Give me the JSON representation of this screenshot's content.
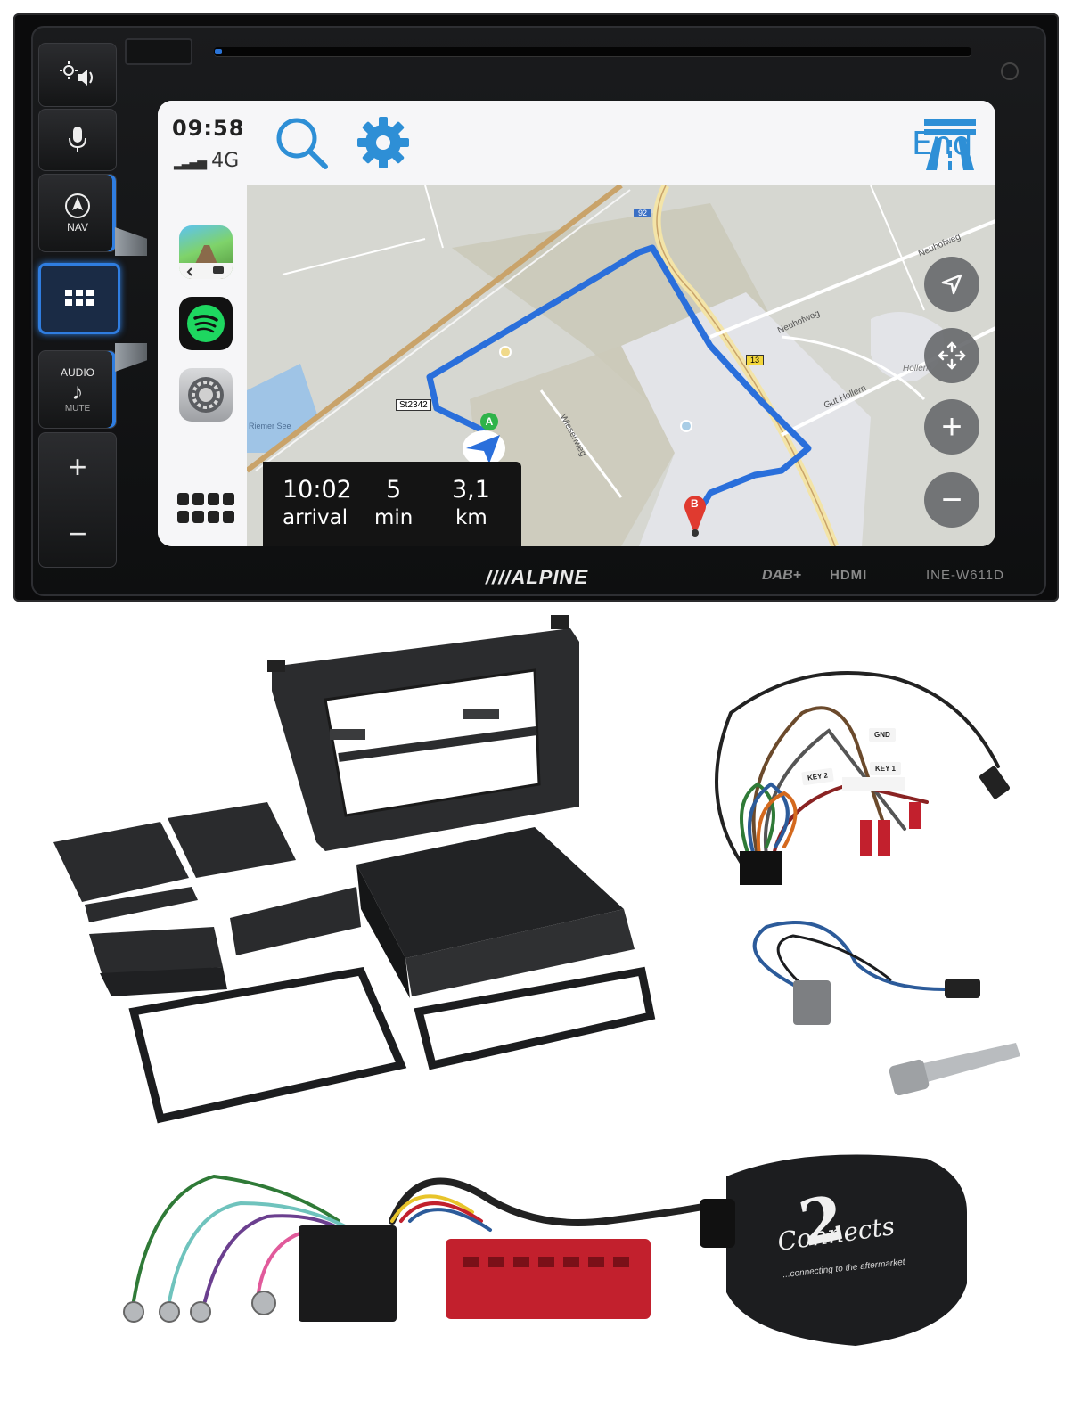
{
  "head_unit": {
    "status": {
      "time": "09:58",
      "network": "4G"
    },
    "topbar": {
      "search_icon": "search-icon",
      "settings_icon": "gear-icon",
      "highway_icon": "highway-icon",
      "end_label": "End"
    },
    "hard_buttons": [
      {
        "name": "brightness-volume",
        "label": ""
      },
      {
        "name": "voice",
        "label": ""
      },
      {
        "name": "nav",
        "label": "NAV"
      },
      {
        "name": "apps",
        "label": ""
      },
      {
        "name": "audio",
        "label": "AUDIO",
        "sublabel": "MUTE"
      },
      {
        "name": "volume",
        "plus": "+",
        "minus": "−"
      }
    ],
    "map": {
      "roads": {
        "r1": "St2342",
        "r2": "92",
        "r3": "13",
        "street1": "Wiesenweg",
        "street2": "Neuhofweg",
        "street3": "Neuhofweg",
        "street4": "Gut Hollern",
        "place": "Hollern",
        "lake": "Riemer See"
      },
      "markers": {
        "start": "A",
        "end": "B"
      }
    },
    "eta": {
      "arrival_time": "10:02",
      "arrival_label": "arrival",
      "duration_value": "5",
      "duration_unit": "min",
      "distance_value": "3,1",
      "distance_unit": "km"
    },
    "branding": {
      "brand": "////ALPINE",
      "dab": "DAB+",
      "hdmi": "HDMI",
      "model": "INE-W611D"
    }
  },
  "accessories": {
    "harness_tags": {
      "gnd": "GND",
      "key2": "KEY 2",
      "key1": "KEY 1"
    },
    "interface_logo": {
      "mark": "2",
      "brand": "Connects",
      "tagline": "...connecting to the aftermarket"
    }
  },
  "colors": {
    "route": "#2a6fdb",
    "accent": "#2e8fd6",
    "connector_red": "#c2202d"
  }
}
